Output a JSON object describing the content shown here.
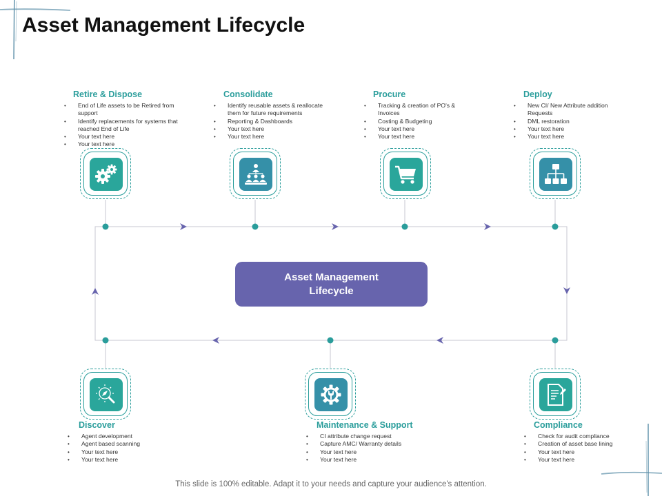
{
  "title": "Asset Management Lifecycle",
  "hub": {
    "label": "Asset Management Lifecycle"
  },
  "footer": "This slide is 100% editable. Adapt it to your needs and capture your audience's attention.",
  "colors": {
    "teal": "#2a9d9b",
    "purple": "#6764ad",
    "connector": "#c7c7d2",
    "icon_green": "#2aa69b",
    "icon_blue": "#3590a8"
  },
  "stages": [
    {
      "title": "Retire & Dispose",
      "icon": "gears-icon",
      "bullets": [
        "End of Life assets to be Retired from support",
        "Identify replacements for systems that reached End of Life",
        "Your text here",
        "Your text here"
      ]
    },
    {
      "title": "Consolidate",
      "icon": "team-hierarchy-icon",
      "bullets": [
        "Identify reusable assets & reallocate them for future requirements",
        "Reporting & Dashboards",
        "Your text here",
        "Your text here"
      ]
    },
    {
      "title": "Procure",
      "icon": "shopping-cart-icon",
      "bullets": [
        "Tracking & creation of PO's & Invoices",
        "Costing & Budgeting",
        "Your text here",
        "Your text here"
      ]
    },
    {
      "title": "Deploy",
      "icon": "org-chart-icon",
      "bullets": [
        "New CI/ New Attribute addition Requests",
        "DML restoration",
        "Your text here",
        "Your text here"
      ]
    },
    {
      "title": "Discover",
      "icon": "search-compass-icon",
      "bullets": [
        "Agent development",
        "Agent based scanning",
        "Your text here",
        "Your text here"
      ]
    },
    {
      "title": "Maintenance & Support",
      "icon": "gear-wrench-icon",
      "bullets": [
        "CI attribute change request",
        "Capture AMC/ Warranty details",
        "Your text here",
        "Your text here"
      ]
    },
    {
      "title": "Compliance",
      "icon": "document-pen-icon",
      "bullets": [
        "Check for audit compliance",
        "Creation of asset base lining",
        "Your text here",
        "Your text here"
      ]
    }
  ]
}
